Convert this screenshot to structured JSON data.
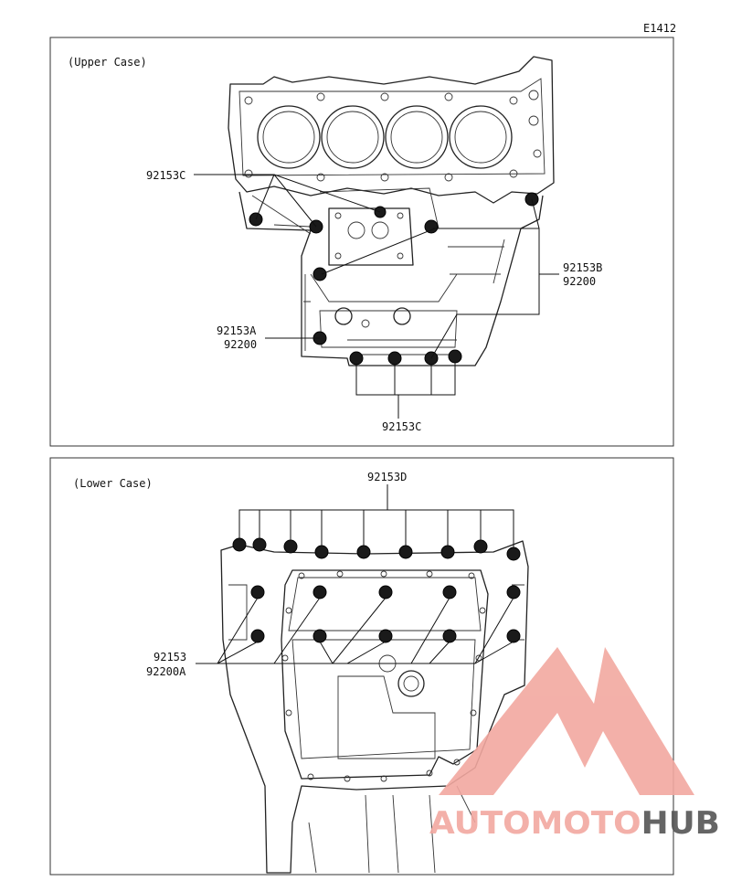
{
  "diagram_code": "E1412",
  "upper_panel": {
    "title": "(Upper Case)",
    "parts": [
      "92153C",
      "92153B",
      "92200",
      "92153A",
      "92200",
      "92153C"
    ]
  },
  "lower_panel": {
    "title": "(Lower Case)",
    "parts": [
      "92153D",
      "92153",
      "92200A"
    ]
  },
  "watermark": {
    "brand": "AUTOMOTOHUB",
    "accent_color": "#f2a8a0",
    "dark_color": "#555555"
  }
}
